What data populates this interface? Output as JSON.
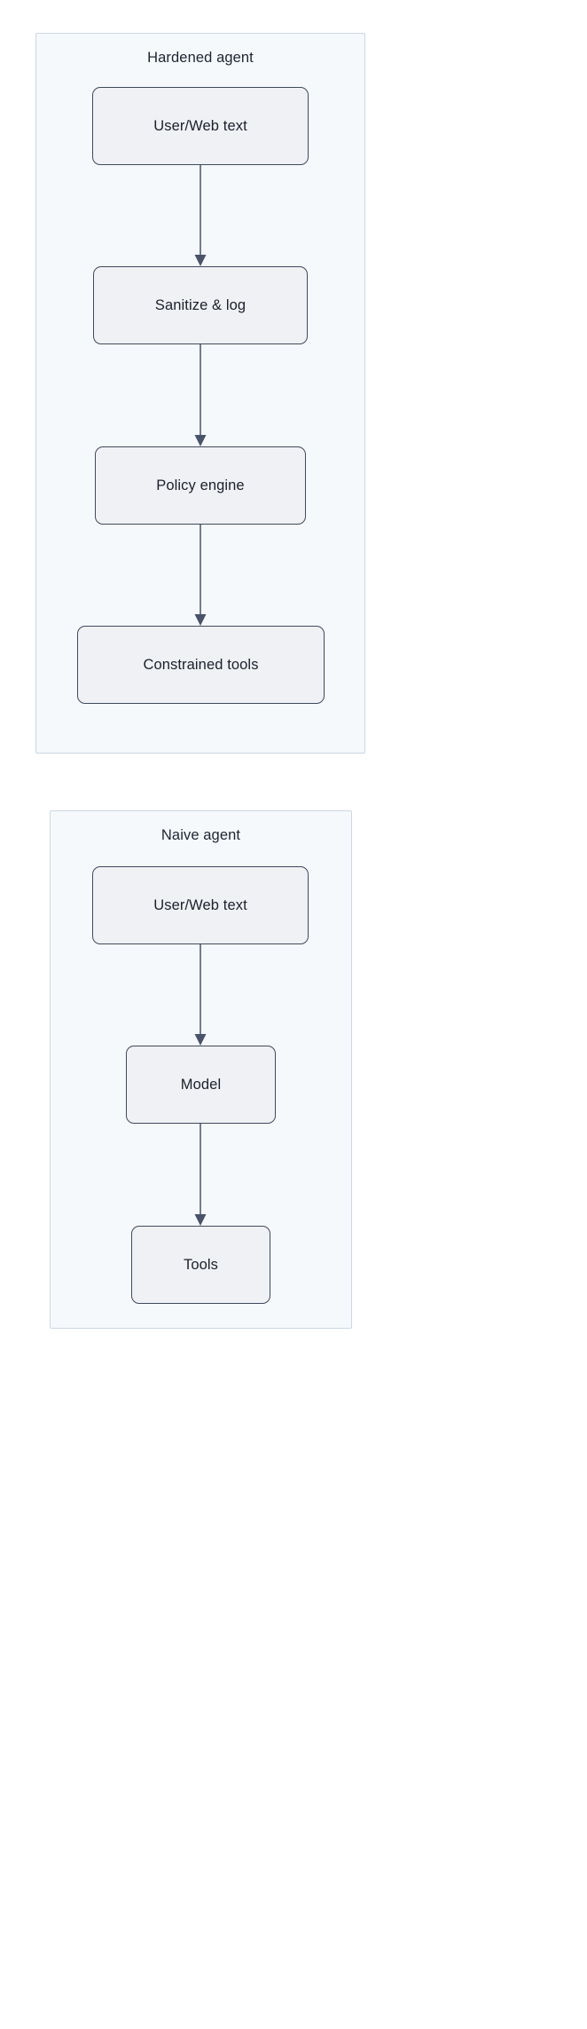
{
  "diagram": {
    "type": "flowchart",
    "direction": "top-to-bottom",
    "background_color": "#ffffff",
    "subgraph_fill": "#f5f9fc",
    "subgraph_border": "#cdd7e3",
    "node_fill": "#eff1f5",
    "node_border": "#404a5c",
    "text_color": "#1b2029",
    "edge_color": "#49536a"
  },
  "subgraphs": [
    {
      "id": "hardened",
      "title": "Hardened agent",
      "nodes": [
        {
          "id": "h1",
          "label": "User/Web text"
        },
        {
          "id": "h2",
          "label": "Sanitize & log"
        },
        {
          "id": "h3",
          "label": "Policy engine"
        },
        {
          "id": "h4",
          "label": "Constrained tools"
        }
      ],
      "edges": [
        {
          "from": "h1",
          "to": "h2"
        },
        {
          "from": "h2",
          "to": "h3"
        },
        {
          "from": "h3",
          "to": "h4"
        }
      ]
    },
    {
      "id": "naive",
      "title": "Naive agent",
      "nodes": [
        {
          "id": "n1",
          "label": "User/Web text"
        },
        {
          "id": "n2",
          "label": "Model"
        },
        {
          "id": "n3",
          "label": "Tools"
        }
      ],
      "edges": [
        {
          "from": "n1",
          "to": "n2"
        },
        {
          "from": "n2",
          "to": "n3"
        }
      ]
    }
  ]
}
